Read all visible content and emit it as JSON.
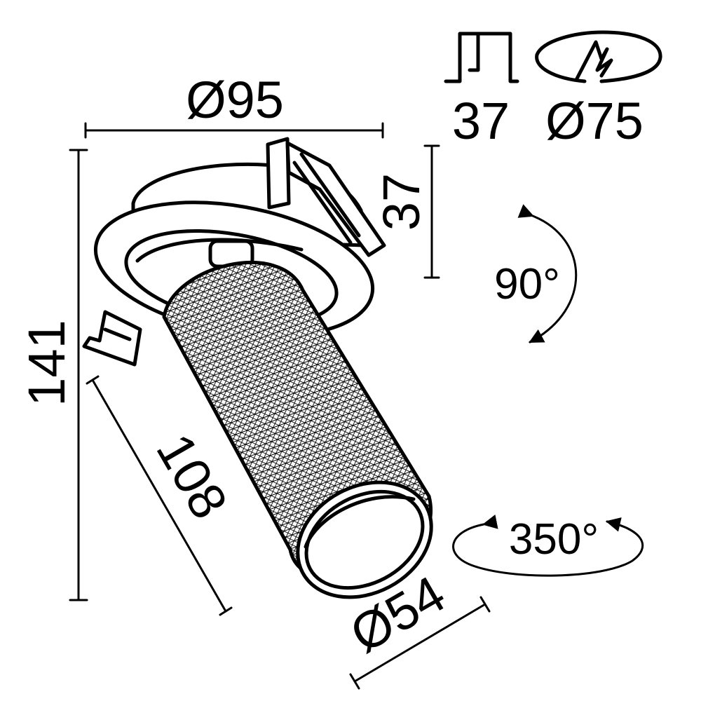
{
  "dimensions": {
    "flange_diameter": "Ø95",
    "cutout_depth": "37",
    "total_height": "141",
    "body_length": "108",
    "body_diameter": "Ø54"
  },
  "installation": {
    "recess_depth": "37",
    "cutout_diameter": "Ø75"
  },
  "adjustment": {
    "tilt": "90°",
    "rotation": "350°"
  },
  "icons": [
    "recess-depth-icon",
    "cutout-hole-icon",
    "tilt-arrow-icon",
    "rotation-arrow-icon"
  ]
}
